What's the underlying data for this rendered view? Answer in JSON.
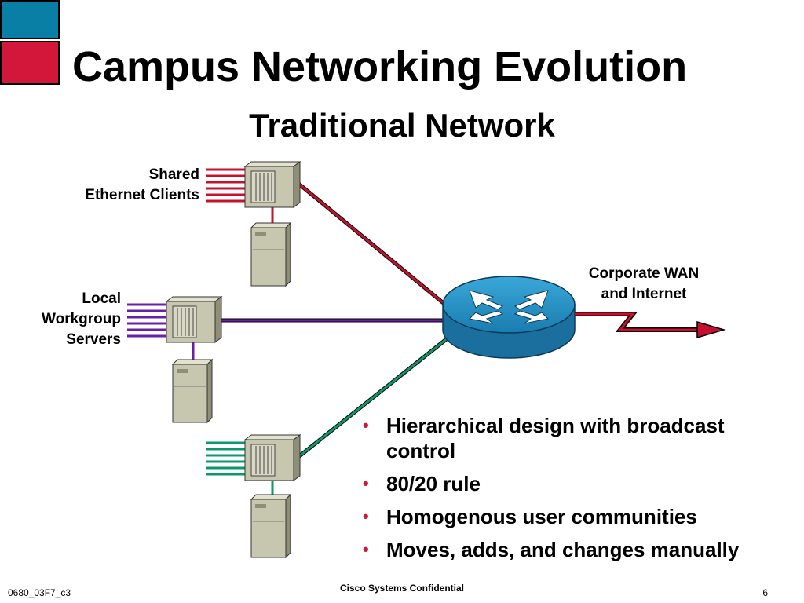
{
  "slide": {
    "title": "Campus Networking Evolution",
    "subtitle": "Traditional Network"
  },
  "diagram": {
    "labels": {
      "shared_line1": "Shared",
      "shared_line2": "Ethernet Clients",
      "local_line1": "Local",
      "local_line2": "Workgroup",
      "local_line3": "Servers",
      "wan_line1": "Corporate WAN",
      "wan_line2": "and Internet"
    },
    "colors": {
      "shared": "#c8102e",
      "local": "#6a1fa8",
      "third": "#0a9a6a",
      "router": "#1f8fc0",
      "hub": "#c7c7b0",
      "brand_blue": "#0a7fa6",
      "brand_red": "#d2173a"
    }
  },
  "bullets": [
    "Hierarchical design with broadcast control",
    "80/20 rule",
    "Homogenous user communities",
    "Moves, adds, and changes manually"
  ],
  "footer": {
    "left": "0680_03F7_c3",
    "center": "Cisco Systems Confidential",
    "right": "6"
  }
}
